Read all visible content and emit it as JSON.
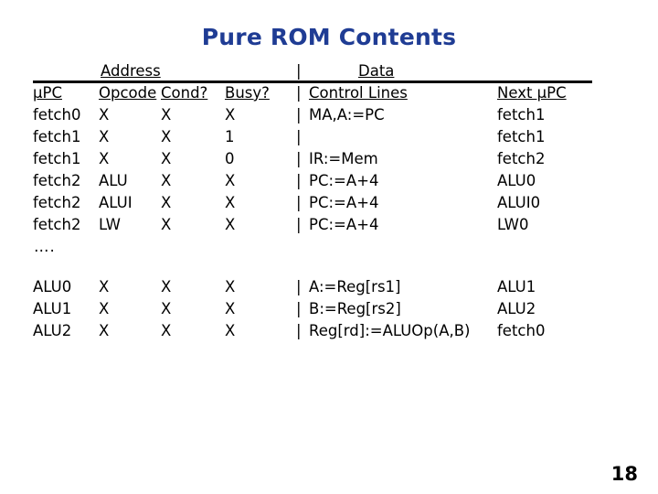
{
  "slide": {
    "title": "Pure ROM Contents",
    "page_number": "18",
    "title_color": "#1F3C94",
    "text_color": "#000000"
  },
  "table": {
    "group_headers": {
      "address": "Address",
      "data": "Data",
      "separator": "|"
    },
    "column_headers": {
      "upc": "μPC",
      "opcode": "Opcode",
      "cond": "Cond?",
      "busy": "Busy?",
      "separator": "|",
      "control_lines": "Control Lines",
      "next_upc": "Next μPC"
    },
    "rows_top": [
      {
        "upc": "fetch0",
        "opcode": "X",
        "cond": "X",
        "busy": "X",
        "bar": "|",
        "control": "MA,A:=PC",
        "next": "fetch1"
      },
      {
        "upc": "fetch1",
        "opcode": "X",
        "cond": "X",
        "busy": "1",
        "bar": "|",
        "control": "",
        "next": "fetch1"
      },
      {
        "upc": "fetch1",
        "opcode": "X",
        "cond": "X",
        "busy": "0",
        "bar": "|",
        "control": "IR:=Mem",
        "next": "fetch2"
      },
      {
        "upc": "fetch2",
        "opcode": "ALU",
        "cond": "X",
        "busy": "X",
        "bar": "|",
        "control": "PC:=A+4",
        "next": "ALU0"
      },
      {
        "upc": "fetch2",
        "opcode": "ALUI",
        "cond": "X",
        "busy": "X",
        "bar": "|",
        "control": "PC:=A+4",
        "next": "ALUI0"
      },
      {
        "upc": "fetch2",
        "opcode": "LW",
        "cond": "X",
        "busy": "X",
        "bar": "|",
        "control": "PC:=A+4",
        "next": "LW0"
      }
    ],
    "ellipsis": "….",
    "rows_bottom": [
      {
        "upc": "ALU0",
        "opcode": "X",
        "cond": "X",
        "busy": "X",
        "bar": "|",
        "control": "A:=Reg[rs1]",
        "next": "ALU1"
      },
      {
        "upc": "ALU1",
        "opcode": "X",
        "cond": "X",
        "busy": "X",
        "bar": "|",
        "control": "B:=Reg[rs2]",
        "next": "ALU2"
      },
      {
        "upc": "ALU2",
        "opcode": "X",
        "cond": "X",
        "busy": "X",
        "bar": "|",
        "control": "Reg[rd]:=ALUOp(A,B)",
        "next": "fetch0"
      }
    ]
  }
}
